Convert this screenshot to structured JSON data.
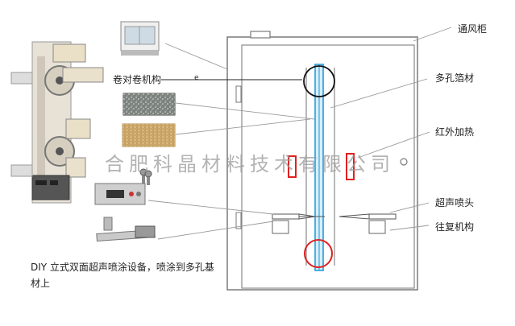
{
  "labels": {
    "fume_hood": "通风柜",
    "porous_foil": "多孔箔材",
    "infrared_heating": "红外加热",
    "ultrasonic_nozzle": "超声喷头",
    "reciprocating_mechanism": "往复机构",
    "roll_to_roll": "卷对卷机构"
  },
  "watermark": "合肥科晶材料技术有限公司",
  "caption": "DIY 立式双面超声喷涂设备，喷涂到多孔基材上",
  "stray_mark": "e",
  "colors": {
    "frame": "#7a7a7a",
    "foil": "#3aa8dc",
    "highlight": "#e02020",
    "watermark": "#9a9a9a"
  }
}
